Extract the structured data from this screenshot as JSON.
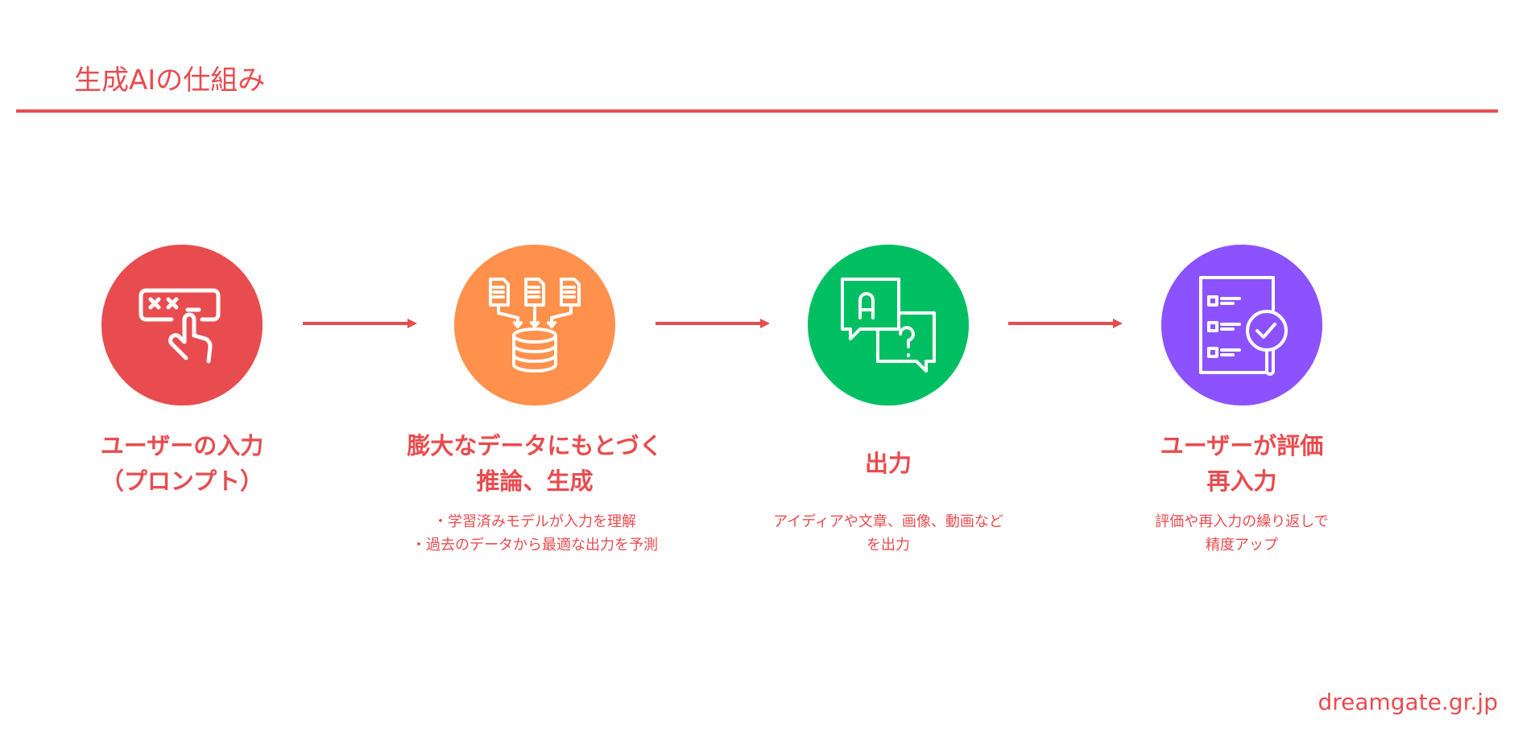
{
  "title": "生成AIの仕組み",
  "colors": {
    "accent": "#E84C4F",
    "step1": "#E84C4F",
    "step2": "#FF914D",
    "step3": "#00BF63",
    "step4": "#8C52FF"
  },
  "steps": [
    {
      "icon": "typing-hand-icon",
      "heading": [
        "ユーザーの入力",
        "（プロンプト）"
      ],
      "desc": []
    },
    {
      "icon": "documents-database-icon",
      "heading": [
        "膨大なデータにもとづく",
        "推論、生成"
      ],
      "desc": [
        "・学習済みモデルが入力を理解",
        "・過去のデータから最適な出力を予測"
      ]
    },
    {
      "icon": "chat-bubbles-icon",
      "heading": [
        "出力"
      ],
      "desc": [
        "アイディアや文章、画像、動画など",
        "を出力"
      ]
    },
    {
      "icon": "checklist-magnifier-icon",
      "heading": [
        "ユーザーが評価",
        "再入力"
      ],
      "desc": [
        "評価や再入力の繰り返しで",
        "精度アップ"
      ]
    }
  ],
  "footer": "dreamgate.gr.jp"
}
